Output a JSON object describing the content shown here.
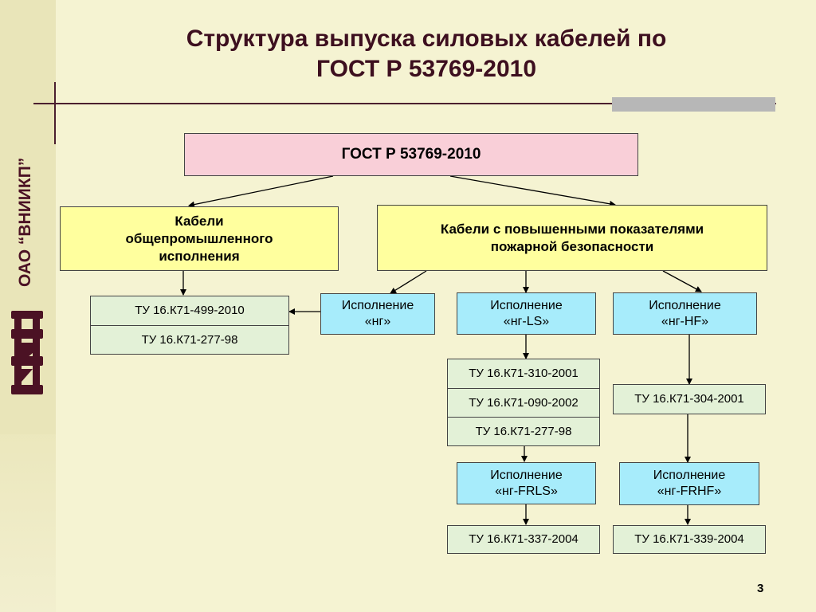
{
  "sidebar": {
    "org_label": "ОАО “ВНИИКП”",
    "logo_text": "ВКП"
  },
  "title": {
    "line1": "Структура выпуска силовых кабелей по",
    "line2": "ГОСТ Р 53769-2010"
  },
  "root": {
    "label": "ГОСТ Р 53769-2010"
  },
  "general": {
    "line1": "Кабели",
    "line2": "общепромышленного",
    "line3": "исполнения"
  },
  "fire": {
    "line1": "Кабели с повышенными показателями",
    "line2": "пожарной безопасности"
  },
  "general_specs": [
    "ТУ 16.К71-499-2010",
    "ТУ 16.К71-277-98"
  ],
  "ng": {
    "line1": "Исполнение",
    "line2": "«нг»"
  },
  "ng_ls": {
    "line1": "Исполнение",
    "line2": "«нг-LS»"
  },
  "ng_hf": {
    "line1": "Исполнение",
    "line2": "«нг-HF»"
  },
  "ng_ls_specs": [
    "ТУ 16.К71-310-2001",
    "ТУ 16.К71-090-2002",
    "ТУ 16.К71-277-98"
  ],
  "ng_hf_spec": "ТУ 16.К71-304-2001",
  "ng_frls": {
    "line1": "Исполнение",
    "line2": "«нг-FRLS»"
  },
  "ng_frhf": {
    "line1": "Исполнение",
    "line2": "«нг-FRHF»"
  },
  "ng_frls_spec": "ТУ 16.К71-337-2004",
  "ng_frhf_spec": "ТУ 16.К71-339-2004",
  "page_number": "3",
  "colors": {
    "background": "#f5f3d2",
    "title": "#3d0f1f",
    "root_box": "#f9cfd8",
    "category_box": "#ffff9e",
    "execution_box": "#a7ecfb",
    "spec_box": "#e3f1d7",
    "logo": "#4b1224"
  }
}
